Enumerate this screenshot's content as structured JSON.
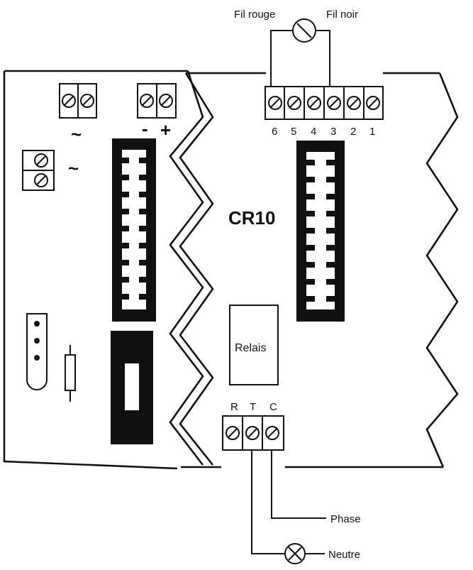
{
  "labels": {
    "wire_red": "Fil rouge",
    "wire_black": "Fil noir",
    "model": "CR10",
    "relay": "Relais",
    "phase": "Phase",
    "neutral": "Neutre",
    "ac_top": "~",
    "ac_side": "~",
    "minus": "-",
    "plus": "+"
  },
  "terminal_numbers": [
    "6",
    "5",
    "4",
    "3",
    "2",
    "1"
  ],
  "relay_terminals": [
    "R",
    "T",
    "C"
  ]
}
